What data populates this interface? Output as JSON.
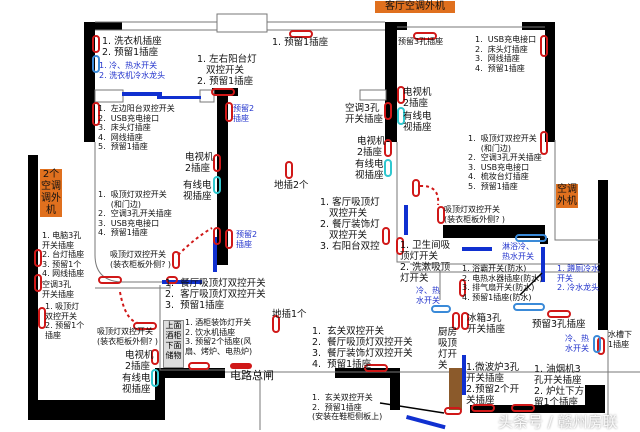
{
  "outdoor_units": {
    "living": "客厅空调外机",
    "left": "2个\n空调\n调外\n机",
    "right": "空调\n外机"
  },
  "labels": {
    "laundry": "1. 洗衣机插座\n2. 预留1插座",
    "laundry_water": "1. 冷、热水开关\n2. 洗衣机冷水龙头",
    "balcony_lamp": "1. 左右阳台灯\n   双控开关\n2. 预留1插座",
    "top_reserve": "1. 预留1插座",
    "living_reserve3": "预留3孔插座",
    "bedroom1_list": "1.  左边阳台双控开关\n2.  USB充电接口\n3.  床头灯插座\n4.  网线插座\n5.  预留1插座",
    "reserve2_a": "预留2\n插座",
    "tv_a": "电视机\n2插座",
    "cable_a": "有线电\n视插座",
    "floor2": "地插2个",
    "bedroom1_list2": "1.  吸顶灯双控开关\n     (和门边)\n2.  空调3孔开关插座\n3.  USB充电接口\n4.  预留1插座",
    "bedroom_r_top": "1.  USB充电接口\n2.  床头灯插座\n3.  网线插座\n4.  预留1插座",
    "tv_b": "电视机\n2插座",
    "cable_b": "有线电\n视插座",
    "ac3_b": "空调3孔\n开关插座",
    "tv_c": "电视机\n2插座",
    "cable_c": "有线电\n视插座",
    "bedroom_r_list": "1.  吸顶灯双控开关\n     (和门边)\n2.  空调3孔开关插座\n3.  USB充电接口\n4.  梳妆台灯插座\n5.  预留1插座",
    "living_switch": "1. 客厅吸顶灯\n   双控开关\n2. 餐厅装饰灯\n   双控开关\n3. 右阳台双控",
    "ceiling_wardrobe_r": "吸顶灯双控开关\n(装衣柜板外侧? )",
    "left_room_list": "1. 电脑3孔\n开关插座\n2. 台灯插座\n3. 预留1个\n4. 网线插座",
    "left_ac": "空调3孔\n开关插座",
    "left_ceiling": "1. 吸顶灯\n双控开关\n2. 预留1个\n插座",
    "reserve2_b": "预留2\n插座",
    "ceiling_wardrobe_a": "吸顶灯双控开关\n(装衣柜板外侧? )",
    "dining_list": "1.  餐厅吸顶灯双控开关\n2.  客厅吸顶灯双控开关\n3.  预留1插座",
    "ceiling_wardrobe_b": "吸顶灯双控开关\n(装衣柜板外侧? )",
    "cabinet_box": "上面\n酒柜\n下面\n储物",
    "cabinet_list": "1. 酒柜装饰灯开关\n2. 饮水机插座\n3. 预留2个插座(风\n扇、烤炉、电热炉)",
    "tv_d": "电视机\n2插座",
    "cable_d": "有线电\n视插座",
    "main_breaker": "电路总闸",
    "floor1": "地插1个",
    "bath_light": "1. 卫生间吸\n顶灯开关\n2. 洗漱吸顶\n灯开关",
    "shower": "淋浴冷、\n热水开关",
    "bath_list": "1. 浴霸开关(防水)\n2. 电热水器插座(防水)\n3. 排气扇开关(防水)\n4. 预留1插座(防水)",
    "toilet": "1. 蹲厕冷水\n开关\n2. 冷水龙头",
    "hotcold_a": "冷、热\n水开关",
    "fridge": "冰箱3孔\n开关插座",
    "reserve3_k": "预留3孔插座",
    "kitchen_light": "厨房\n吸顶\n灯开\n关",
    "entry_list": "1.  玄关双控开关\n2.  餐厅吸顶灯双控开关\n3.  餐厅装饰灯双控开关\n4.  预留1插座",
    "sink_water": "冷、热\n水开关",
    "sink": "水槽下\n1插座",
    "microwave": "1.微波炉3孔\n开关插座\n2.预留2个开\n关插座",
    "hood": "1. 油烟机3\n孔开关插座\n2. 炉灶下方\n留1个插座",
    "entry_shoe": "1.  玄关双控开关\n2.  预留1插座\n(安装在鞋柜侧板上)"
  },
  "watermark": "头条号 / 赣州房联",
  "colors": {
    "wall": "#000000",
    "socket": "#d01818",
    "water": "#3a8ad8",
    "cable": "#30c8d0",
    "pipe": "#1030d0",
    "outdoor": "#e0701e",
    "blue_text": "#2233cc"
  }
}
